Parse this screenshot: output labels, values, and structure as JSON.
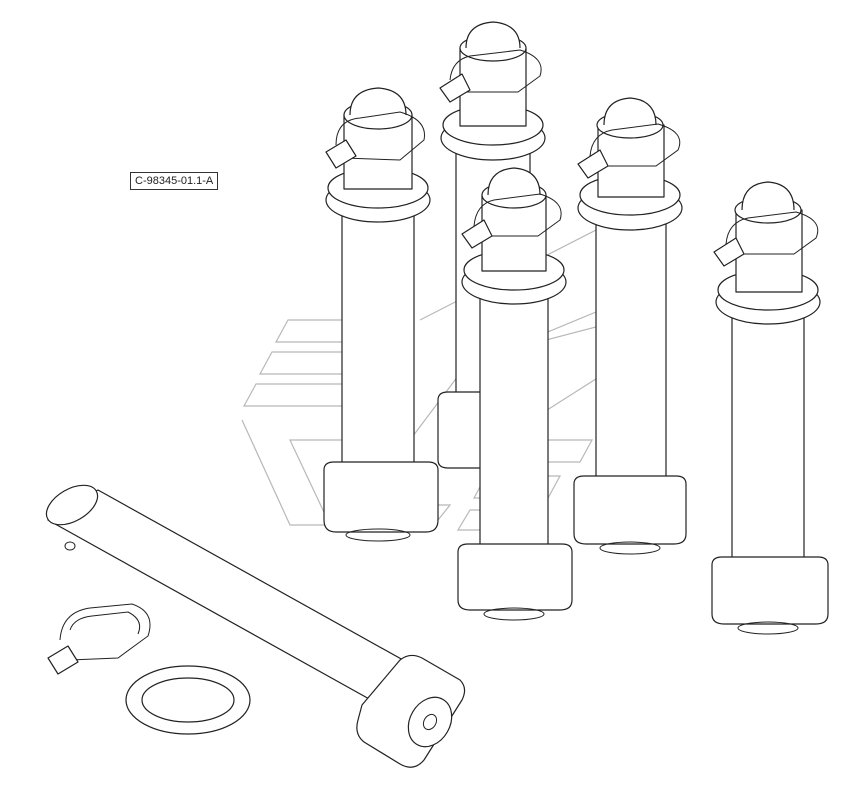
{
  "diagram": {
    "reference_code": "C-98345-01.1-A"
  },
  "parts": [
    {
      "id": "pin-1"
    },
    {
      "id": "pin-2"
    },
    {
      "id": "pin-3"
    },
    {
      "id": "pin-4"
    },
    {
      "id": "pin-5"
    }
  ]
}
